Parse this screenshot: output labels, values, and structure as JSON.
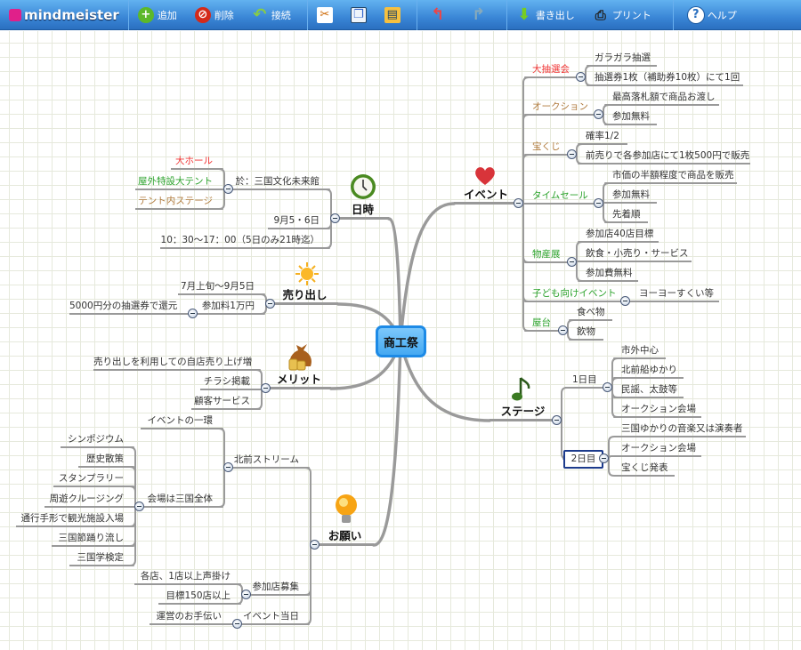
{
  "app": {
    "logo": "mindmeister"
  },
  "toolbar": {
    "add": "追加",
    "delete": "削除",
    "connect": "接続",
    "export": "書き出し",
    "print": "プリント",
    "help": "ヘルプ"
  },
  "colors": {
    "accent": "#3a86d6",
    "center_fill": "#55b5f5",
    "red": "#f03030",
    "brown": "#b07a3c",
    "green": "#2aa22a",
    "selected": "#1c3b8c"
  },
  "map": {
    "center": "商工祭",
    "event": {
      "label": "イベント",
      "icon": "heart-icon",
      "children": [
        {
          "label": "大抽選会",
          "children": [
            "ガラガラ抽選",
            "抽選券1枚（補助券10枚）にて1回"
          ]
        },
        {
          "label": "オークション",
          "children": [
            "最高落札額で商品お渡し",
            "参加無料"
          ]
        },
        {
          "label": "宝くじ",
          "children": [
            "確率1/2",
            "前売りで各参加店にて1枚500円で販売"
          ]
        },
        {
          "label": "タイムセール",
          "children": [
            "市価の半額程度で商品を販売",
            "参加無料",
            "先着順"
          ]
        },
        {
          "label": "物産展",
          "children": [
            "参加店40店目標",
            "飲食・小売り・サービス",
            "参加費無料"
          ]
        },
        {
          "label": "子ども向けイベント",
          "children": [
            "ヨーヨーすくい等"
          ]
        },
        {
          "label": "屋台",
          "children": [
            "食べ物",
            "飲物"
          ]
        }
      ]
    },
    "stage": {
      "label": "ステージ",
      "icon": "music-note-icon",
      "children": [
        {
          "label": "1日目",
          "children": [
            "市外中心",
            "北前船ゆかり",
            "民謡、太鼓等",
            "オークション会場"
          ]
        },
        {
          "label": "2日目",
          "children": [
            "三国ゆかりの音楽又は演奏者",
            "オークション会場",
            "宝くじ発表"
          ]
        }
      ]
    },
    "datetime": {
      "label": "日時",
      "icon": "clock-icon",
      "children": [
        {
          "label": "於：三国文化未来館",
          "children": [
            "大ホール",
            "屋外特設大テント",
            "テント内ステージ"
          ]
        },
        {
          "label": "9月5・6日"
        },
        {
          "label": "10：30〜17：00（5日のみ21時迄）"
        }
      ]
    },
    "sale": {
      "label": "売り出し",
      "icon": "sun-icon",
      "children": [
        {
          "label": "7月上旬〜9月5日"
        },
        {
          "label": "参加料1万円",
          "children": [
            "5000円分の抽選券で還元"
          ]
        }
      ]
    },
    "merit": {
      "label": "メリット",
      "icon": "money-bag-icon",
      "children": [
        {
          "label": "売り出しを利用しての自店売り上げ増"
        },
        {
          "label": "チラシ掲載"
        },
        {
          "label": "顧客サービス"
        }
      ]
    },
    "request": {
      "label": "お願い",
      "icon": "light-bulb-icon",
      "children": [
        {
          "label": "北前ストリーム",
          "children": [
            {
              "label": "イベントの一環"
            },
            {
              "label": "会場は三国全体",
              "children": [
                "シンポジウム",
                "歴史散策",
                "スタンプラリー",
                "周遊クルージング",
                "通行手形で観光施設入場",
                "三国節踊り流し",
                "三国学検定"
              ]
            }
          ]
        },
        {
          "label": "参加店募集",
          "children": [
            "各店、1店以上声掛け",
            "目標150店以上"
          ]
        },
        {
          "label": "イベント当日",
          "children": [
            "運営のお手伝い"
          ]
        }
      ]
    }
  }
}
